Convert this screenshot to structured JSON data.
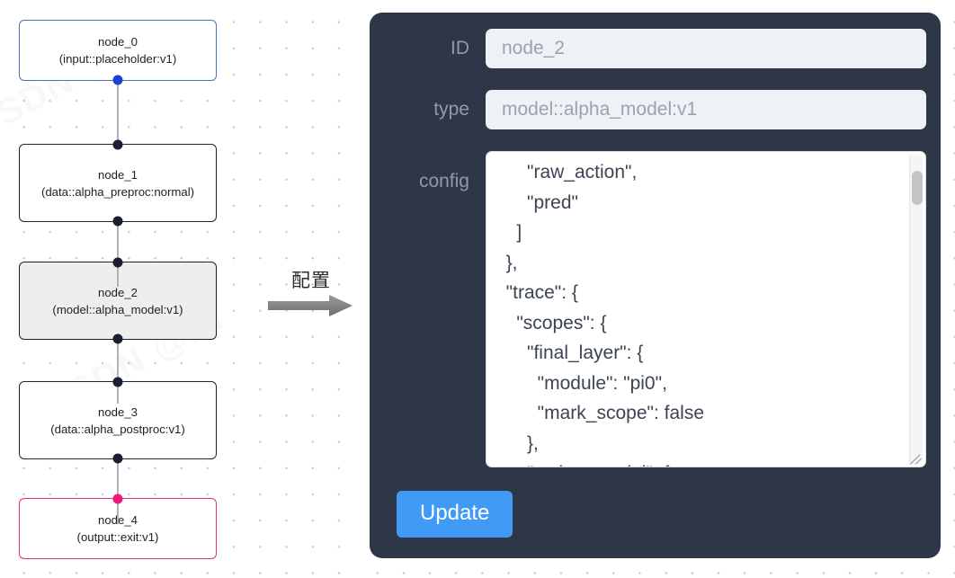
{
  "graph": {
    "nodes": [
      {
        "name": "node_0",
        "subtitle": "(input::placeholder:v1)",
        "kind": "input"
      },
      {
        "name": "node_1",
        "subtitle": "(data::alpha_preproc:normal)",
        "kind": "default"
      },
      {
        "name": "node_2",
        "subtitle": "(model::alpha_model:v1)",
        "kind": "selected"
      },
      {
        "name": "node_3",
        "subtitle": "(data::alpha_postproc:v1)",
        "kind": "default"
      },
      {
        "name": "node_4",
        "subtitle": "(output::exit:v1)",
        "kind": "output"
      }
    ],
    "colors": {
      "input_border": "#4a6fc0",
      "output_border": "#e0317f",
      "default_border": "#1f2430",
      "selected_fill": "#eeeeee",
      "port": "#1b1f33",
      "port_blue": "#1a43cf",
      "port_pink": "#ef1a77",
      "edge": "#b1b1b7"
    }
  },
  "annotation": {
    "label": "配置",
    "arrow_icon": "right-arrow-icon"
  },
  "panel": {
    "background": "#2e3748",
    "fields": [
      {
        "label": "ID",
        "value": "node_2",
        "placeholder": "node id"
      },
      {
        "label": "type",
        "value": "model::alpha_model:v1",
        "placeholder": "node type"
      }
    ],
    "config": {
      "label": "config",
      "value": "      \"raw_action\",\n      \"pred\"\n    ]\n  },\n  \"trace\": {\n    \"scopes\": {\n      \"final_layer\": {\n        \"module\": \"pi0\",\n        \"mark_scope\": false\n      },\n      \"action_model\": {",
      "placeholder": "config json"
    },
    "update_label": "Update",
    "update_color": "#419af4"
  }
}
